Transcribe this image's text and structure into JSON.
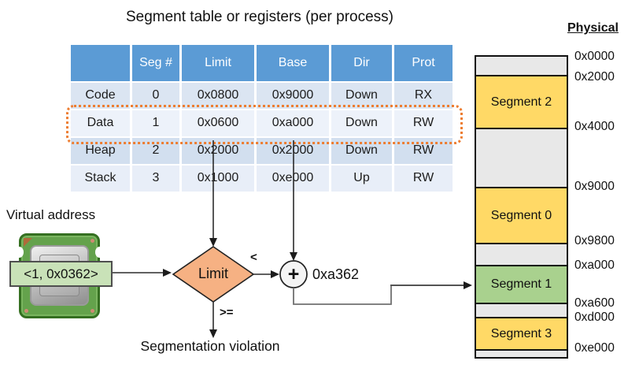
{
  "title": "Segment table or registers (per process)",
  "table": {
    "headers": [
      "",
      "Seg #",
      "Limit",
      "Base",
      "Dir",
      "Prot"
    ],
    "rows": [
      [
        "Code",
        "0",
        "0x0800",
        "0x9000",
        "Down",
        "RX"
      ],
      [
        "Data",
        "1",
        "0x0600",
        "0xa000",
        "Down",
        "RW"
      ],
      [
        "Heap",
        "2",
        "0x2000",
        "0x2000",
        "Down",
        "RW"
      ],
      [
        "Stack",
        "3",
        "0x1000",
        "0xe000",
        "Up",
        "RW"
      ]
    ],
    "highlighted_row": "Data"
  },
  "virtual_address": {
    "label": "Virtual address",
    "value": "<1, 0x0362>"
  },
  "flow": {
    "decision_label": "Limit",
    "branch_less": "<",
    "branch_greater_equal": ">=",
    "adder_symbol": "+",
    "result_address": "0xa362",
    "violation_text": "Segmentation violation"
  },
  "physical": {
    "heading": "Physical",
    "addresses": [
      "0x0000",
      "0x2000",
      "0x4000",
      "0x9000",
      "0x9800",
      "0xa000",
      "0xa600",
      "0xd000",
      "0xe000"
    ],
    "segments": [
      "Segment 2",
      "Segment 0",
      "Segment 1",
      "Segment 3"
    ]
  },
  "colors": {
    "table_header_blue": "#5b9bd5",
    "row_band_dark": "#dbe5f2",
    "row_band_light": "#edf2fa",
    "highlight_orange": "#ed7d31",
    "diamond_fill": "#f6b183",
    "segment_yellow": "#ffd966",
    "segment_green": "#a9d18e",
    "free_memory_gray": "#e8e8e8",
    "va_box_green": "#c9e2b8",
    "chip_green": "#64a24c"
  }
}
